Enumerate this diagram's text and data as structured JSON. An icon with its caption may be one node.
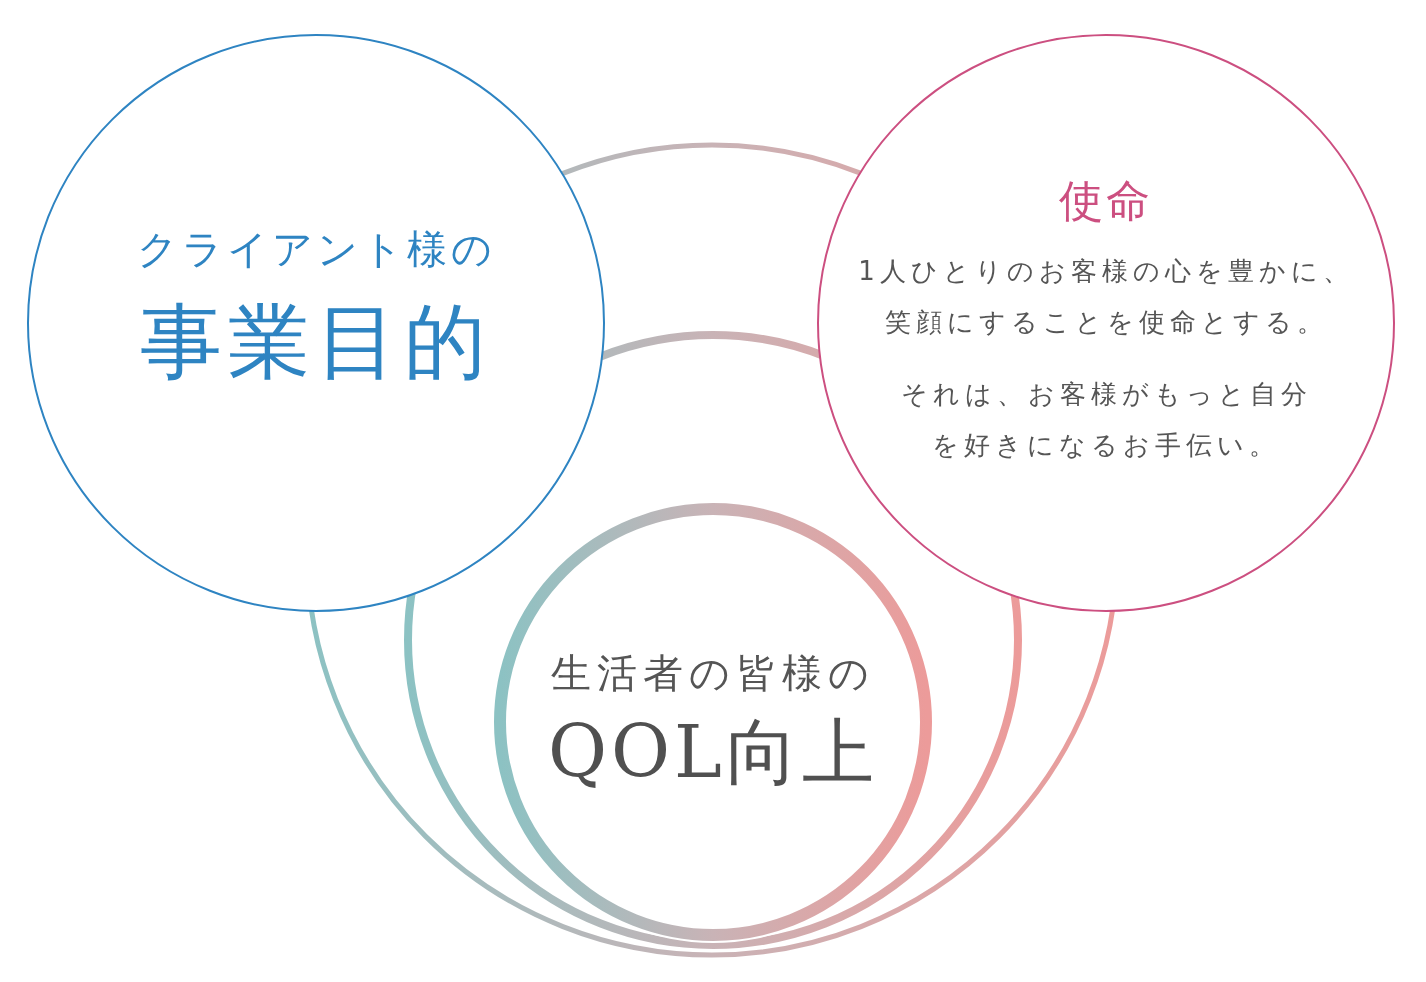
{
  "diagram": {
    "nodes": [
      {
        "text": [
          "クライアント様の",
          "事業目的"
        ]
      },
      {
        "text": [
          "使命",
          "1人ひとりのお客様の心を豊かに、笑顔にすることを使命とする。",
          "それは、お客様がもっと自分を好きになるお手伝い。"
        ]
      },
      {
        "text": [
          "生活者の皆様の",
          "QOL向上"
        ]
      }
    ]
  }
}
